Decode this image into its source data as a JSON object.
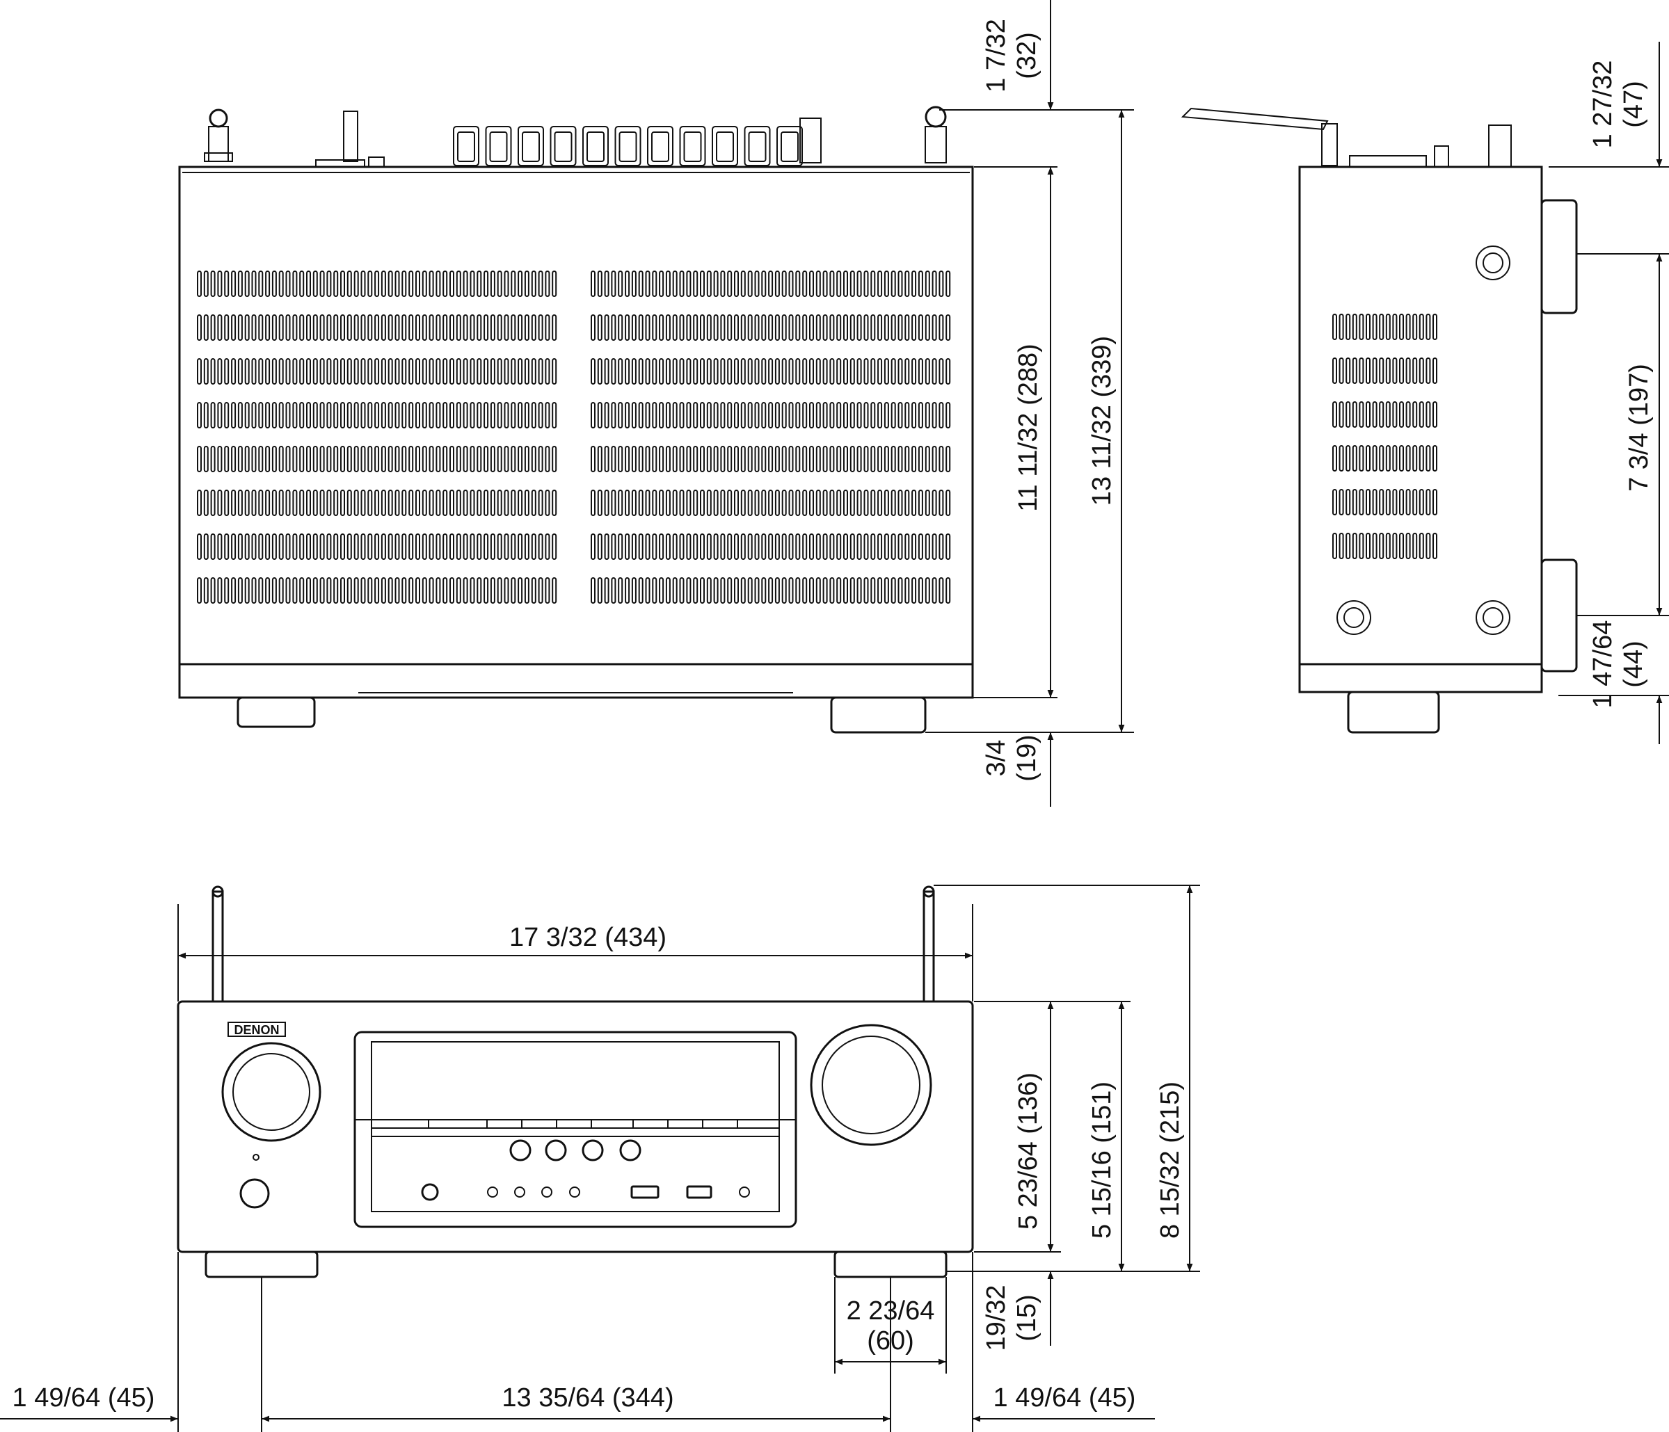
{
  "top_view": {
    "dim_antenna": {
      "inch": "1 7/32",
      "mm": "(32)"
    },
    "dim_body_depth": "11 11/32 (288)",
    "dim_total_depth": "13 11/32 (339)",
    "dim_foot": {
      "inch": "3/4",
      "mm": "(19)"
    }
  },
  "side_view": {
    "dim_top": {
      "inch": "1 27/32",
      "mm": "(47)"
    },
    "dim_middle": "7 3/4 (197)",
    "dim_bottom": {
      "inch": "1 47/64",
      "mm": "(44)"
    }
  },
  "front_view": {
    "brand": "DENON",
    "dim_width": "17 3/32 (434)",
    "dim_body_height": "5 23/64 (136)",
    "dim_height_with_feet": "5 15/16 (151)",
    "dim_height_with_antenna": "8 15/32 (215)",
    "dim_feet_height": {
      "inch": "19/32",
      "mm": "(15)"
    },
    "dim_foot_width": {
      "inch": "2 23/64",
      "mm": "(60)"
    },
    "dim_left_offset": "1 49/64 (45)",
    "dim_foot_spacing": "13 35/64 (344)",
    "dim_right_offset": "1 49/64 (45)"
  }
}
